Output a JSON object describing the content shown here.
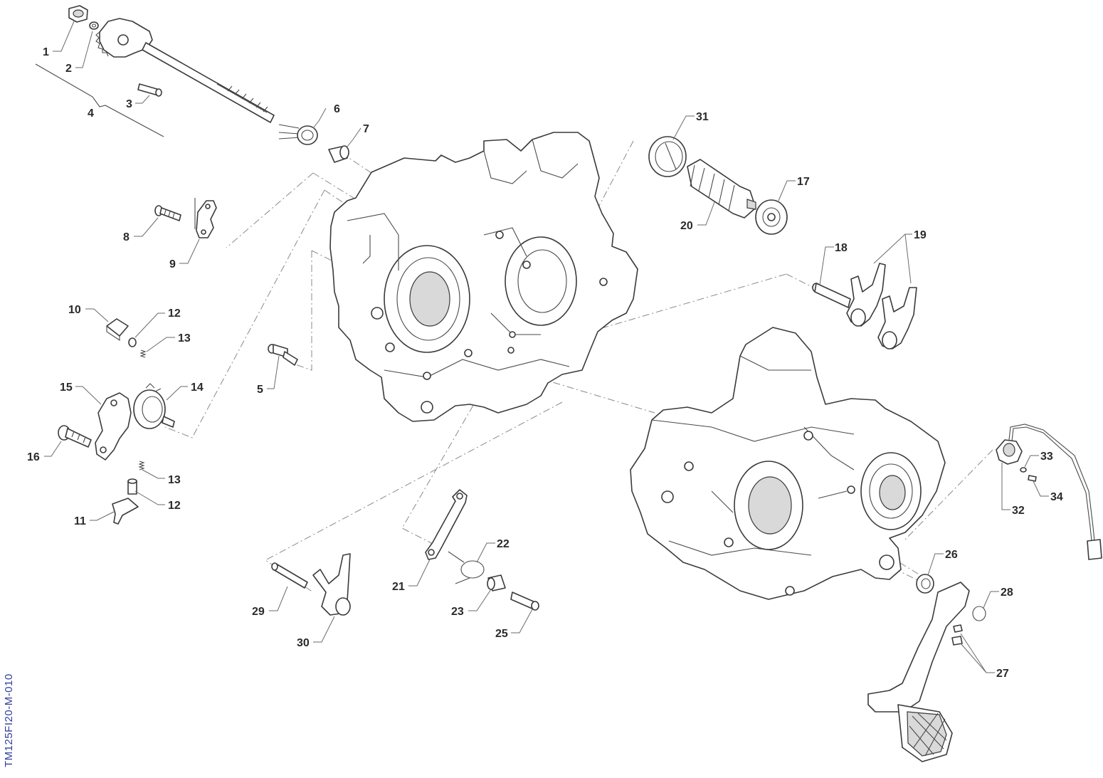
{
  "drawing_code": "TM125FI20-M-010",
  "callouts": {
    "c1": "1",
    "c2": "2",
    "c3": "3",
    "c4": "4",
    "c5": "5",
    "c6": "6",
    "c7": "7",
    "c8": "8",
    "c9": "9",
    "c10": "10",
    "c11": "11",
    "c12a": "12",
    "c12b": "12",
    "c13a": "13",
    "c13b": "13",
    "c14": "14",
    "c15": "15",
    "c16": "16",
    "c17": "17",
    "c18": "18",
    "c19": "19",
    "c20": "20",
    "c21": "21",
    "c22": "22",
    "c23": "23",
    "c25": "25",
    "c26": "26",
    "c27": "27",
    "c28": "28",
    "c29": "29",
    "c30": "30",
    "c31": "31",
    "c32": "32",
    "c33": "33",
    "c34": "34"
  }
}
